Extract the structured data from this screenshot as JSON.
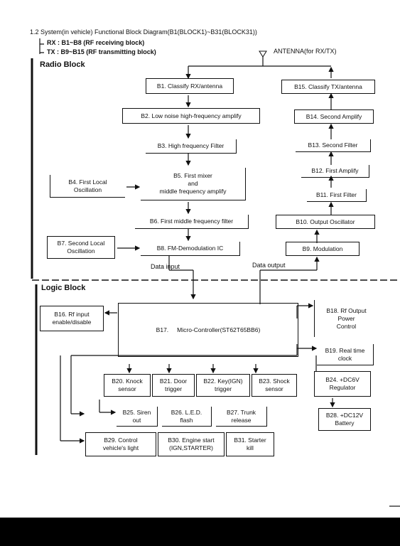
{
  "header": {
    "title": "1.2 System(in vehicle) Functional Block Diagram(B1(BLOCK1)~B31(BLOCK31))",
    "rx_line": "RX : B1~B8 (RF receiving block)",
    "tx_line": "TX : B9~B15 (RF transmitting block)",
    "antenna": "ANTENNA(for RX/TX)"
  },
  "sections": {
    "radio": "Radio Block",
    "logic": "Logic Block"
  },
  "labels": {
    "data_input": "Data input",
    "data_output": "Data output"
  },
  "blocks": {
    "b1": [
      "B1. Classify RX/antenna"
    ],
    "b2": [
      "B2. Low noise high-frequency amplify"
    ],
    "b3": [
      "B3. High frequency Filter"
    ],
    "b4": [
      "B4. First Local",
      "Oscillation"
    ],
    "b5": [
      "B5. First mixer",
      "and",
      "middle frequency amplify"
    ],
    "b6": [
      "B6. First middle frequency filter"
    ],
    "b7": [
      "B7. Second Local",
      "Oscillation"
    ],
    "b8": [
      "B8. FM-Demodulation IC"
    ],
    "b9": [
      "B9. Modulation"
    ],
    "b10": [
      "B10. Output Oscillator"
    ],
    "b11": [
      "B11. First Filter"
    ],
    "b12": [
      "B12. First Amplify"
    ],
    "b13": [
      "B13. Second Filter"
    ],
    "b14": [
      "B14. Second Amplify"
    ],
    "b15": [
      "B15. Classify TX/antenna"
    ],
    "b16": [
      "B16. Rf input",
      "enable/disable"
    ],
    "b17": [
      "B17.",
      "Micro-Controller(ST62T65BB6)"
    ],
    "b18": [
      "B18. Rf Output",
      "Power",
      "Control"
    ],
    "b19": [
      "B19. Real time",
      "clock"
    ],
    "b20": [
      "B20. Knock",
      "sensor"
    ],
    "b21": [
      "B21. Door",
      "trigger"
    ],
    "b22": [
      "B22. Key(IGN)",
      "trigger"
    ],
    "b23": [
      "B23. Shock",
      "sensor"
    ],
    "b24": [
      "B24. +DC6V",
      "Regulator"
    ],
    "b25": [
      "B25. Siren",
      "out"
    ],
    "b26": [
      "B26. L.E.D.",
      "flash"
    ],
    "b27": [
      "B27. Trunk",
      "release"
    ],
    "b28": [
      "B28. +DC12V",
      "Battery"
    ],
    "b29": [
      "B29. Control",
      "vehicle's light"
    ],
    "b30": [
      "B30. Engine start",
      "(IGN,STARTER)"
    ],
    "b31": [
      "B31. Starter",
      "kill"
    ]
  }
}
